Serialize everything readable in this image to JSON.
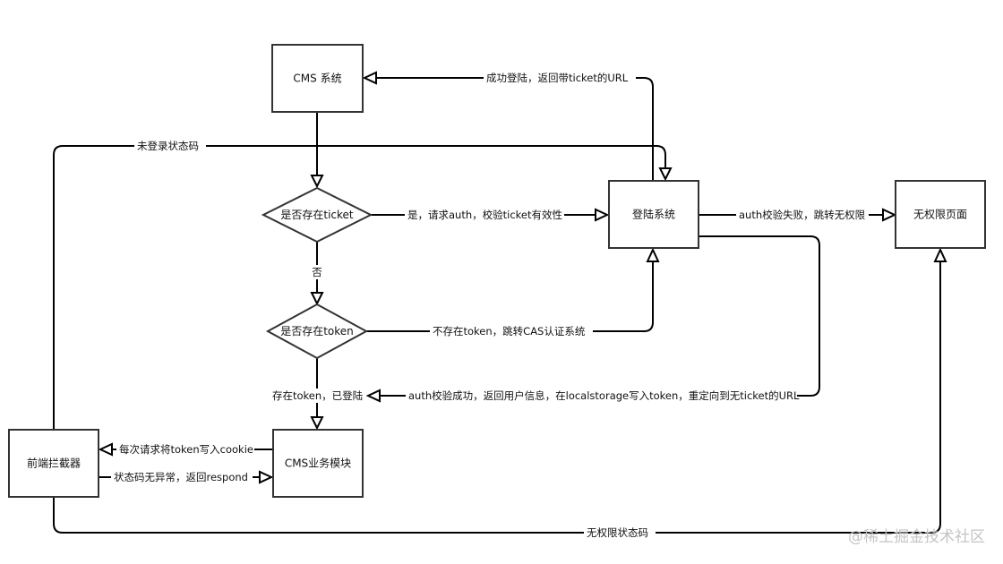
{
  "nodes": {
    "cms_system": "CMS 系统",
    "has_ticket": "是否存在ticket",
    "has_token": "是否存在token",
    "login_system": "登陆系统",
    "no_permission_page": "无权限页面",
    "cms_business": "CMS业务模块",
    "frontend_interceptor": "前端拦截器"
  },
  "edges": {
    "login_success_return": "成功登陆，返回带ticket的URL",
    "not_logged_in_code": "未登录状态码",
    "yes_request_auth": "是，请求auth，校验ticket有效性",
    "auth_fail": "auth校验失败，跳转无权限",
    "no": "否",
    "no_token_redirect": "不存在token，跳转CAS认证系统",
    "has_token_logged_in": "存在token，已登陆",
    "auth_success": "auth校验成功，返回用户信息，在localstorage写入token，重定向到无ticket的URL",
    "write_cookie": "每次请求将token写入cookie",
    "status_ok_return": "状态码无异常，返回respond",
    "no_permission_code": "无权限状态码"
  },
  "watermark": "@稀土掘金技术社区",
  "colors": {
    "stroke": "#333333",
    "line": "#000000",
    "text": "#111111",
    "watermark": "#c4c4c4"
  }
}
